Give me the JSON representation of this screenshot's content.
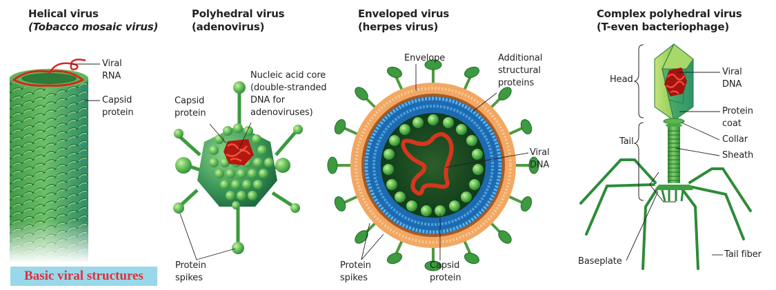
{
  "caption": "Basic viral structures",
  "colors": {
    "caption_bg": "#98d8ea",
    "caption_text": "#e0303a",
    "capsid_green": "#4caf50",
    "nucleic_red": "#d32f2f",
    "envelope_orange": "#f0a868",
    "matrix_blue": "#2a7fc0"
  },
  "panels": [
    {
      "id": "helical",
      "title": "Helical virus",
      "subtitle": "(Tobacco mosaic virus)",
      "labels": {
        "viral_rna_1": "Viral",
        "viral_rna_2": "RNA",
        "capsid_1": "Capsid",
        "capsid_2": "protein"
      }
    },
    {
      "id": "polyhedral",
      "title": "Polyhedral virus",
      "subtitle": "(adenovirus)",
      "labels": {
        "capsid_1": "Capsid",
        "capsid_2": "protein",
        "nucleic_1": "Nucleic acid core",
        "nucleic_2": "(double-stranded",
        "nucleic_3": "DNA for",
        "nucleic_4": "adenoviruses)",
        "spikes_1": "Protein",
        "spikes_2": "spikes"
      }
    },
    {
      "id": "enveloped",
      "title": "Enveloped virus",
      "subtitle": "(herpes virus)",
      "labels": {
        "envelope": "Envelope",
        "additional_1": "Additional",
        "additional_2": "structural",
        "additional_3": "proteins",
        "viral_dna_1": "Viral",
        "viral_dna_2": "DNA",
        "spikes_1": "Protein",
        "spikes_2": "spikes",
        "capsid_1": "Capsid",
        "capsid_2": "protein"
      }
    },
    {
      "id": "complex",
      "title": "Complex polyhedral virus",
      "subtitle": "(T-even bacteriophage)",
      "labels": {
        "head": "Head",
        "tail": "Tail",
        "viral_dna_1": "Viral",
        "viral_dna_2": "DNA",
        "protein_coat_1": "Protein",
        "protein_coat_2": "coat",
        "collar": "Collar",
        "sheath": "Sheath",
        "baseplate": "Baseplate",
        "tail_fiber": "Tail fiber"
      }
    }
  ]
}
